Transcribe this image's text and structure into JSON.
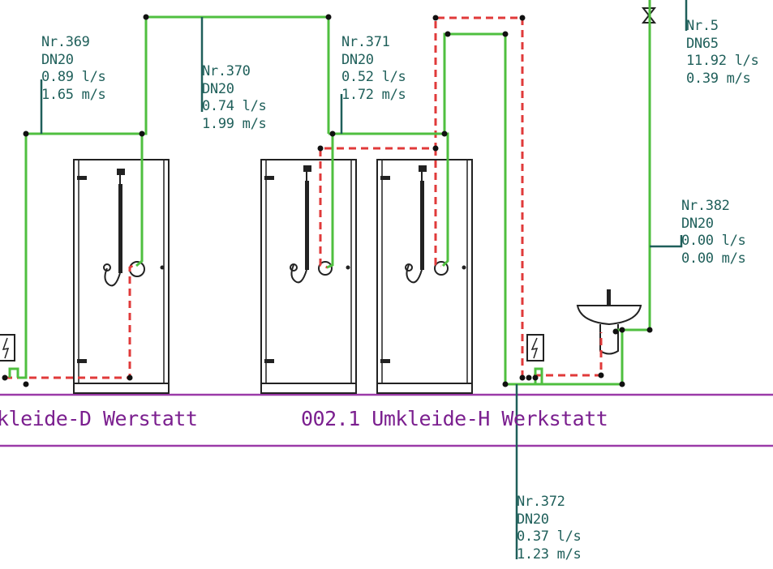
{
  "colors": {
    "cold_pipe": "#4fbf3f",
    "hot_pipe": "#e03a3a",
    "leader": "#1f5f5a",
    "label_text": "#1f5f5a",
    "room_line": "#9b3aa8",
    "room_text": "#7b1f8f",
    "fixture": "#222222",
    "node": "#111111"
  },
  "rooms": [
    {
      "name": "kleide-D Werstatt"
    },
    {
      "name": "002.1 Umkleide-H Werkstatt"
    }
  ],
  "pipe_labels": [
    {
      "nr": "Nr.369",
      "dn": "DN20",
      "flow": "0.89 l/s",
      "velocity": "1.65 m/s"
    },
    {
      "nr": "Nr.370",
      "dn": "DN20",
      "flow": "0.74 l/s",
      "velocity": "1.99 m/s"
    },
    {
      "nr": "Nr.371",
      "dn": "DN20",
      "flow": "0.52 l/s",
      "velocity": "1.72 m/s"
    },
    {
      "nr": "Nr.5",
      "dn": "DN65",
      "flow": "11.92 l/s",
      "velocity": "0.39 m/s"
    },
    {
      "nr": "Nr.382",
      "dn": "DN20",
      "flow": "0.00 l/s",
      "velocity": "0.00 m/s"
    },
    {
      "nr": "Nr.372",
      "dn": "DN20",
      "flow": "0.37 l/s",
      "velocity": "1.23 m/s"
    }
  ],
  "fixtures": {
    "showers": [
      "shower-1",
      "shower-2",
      "shower-3"
    ],
    "washbasin": "washbasin",
    "water_heaters": [
      "water-heater-left",
      "water-heater-right"
    ],
    "valve": "valve"
  }
}
